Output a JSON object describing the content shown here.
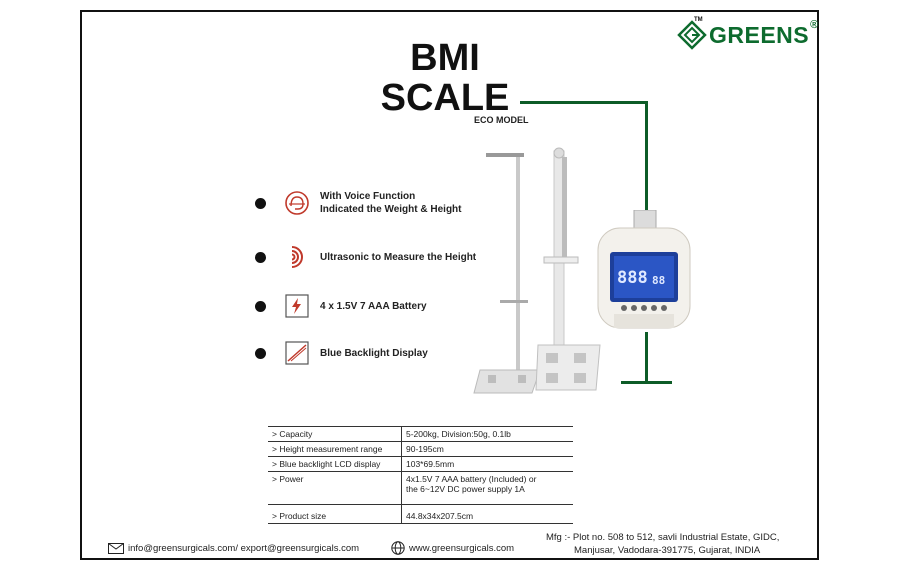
{
  "brand": {
    "name": "GREENS",
    "tm": "TM",
    "reg": "®",
    "color": "#0d6b2e"
  },
  "title": {
    "line1": "BMI",
    "line2": "SCALE",
    "model": "ECO MODEL"
  },
  "features": [
    {
      "icon": "voice-head-icon",
      "line1": "With Voice Function",
      "line2": "Indicated the Weight & Height"
    },
    {
      "icon": "ultrasonic-wave-icon",
      "line1": "Ultrasonic to Measure the Height",
      "line2": ""
    },
    {
      "icon": "battery-bolt-icon",
      "line1": "4 x 1.5V 7 AAA Battery",
      "line2": ""
    },
    {
      "icon": "backlight-display-icon",
      "line1": "Blue Backlight Display",
      "line2": ""
    }
  ],
  "specs": [
    {
      "key": "> Capacity",
      "value": "5-200kg, Division:50g, 0.1lb"
    },
    {
      "key": "> Height measurement range",
      "value": "90-195cm"
    },
    {
      "key": "> Blue backlight LCD display",
      "value": "103*69.5mm"
    },
    {
      "key": "> Power",
      "value": "4x1.5V 7 AAA battery (Included) or",
      "value2": "the 6~12V DC power supply 1A"
    },
    {
      "key": "> Product size",
      "value": "44.8x34x207.5cm"
    }
  ],
  "display": {
    "digits": "888",
    "small_digits": "88"
  },
  "footer": {
    "email": "info@greensurgicals.com/ export@greensurgicals.com",
    "website": "www.greensurgicals.com",
    "address_line1": "Mfg :- Plot no. 508 to 512, savli Industrial Estate, GIDC,",
    "address_line2": "Manjusar, Vadodara-391775, Gujarat, INDIA"
  }
}
